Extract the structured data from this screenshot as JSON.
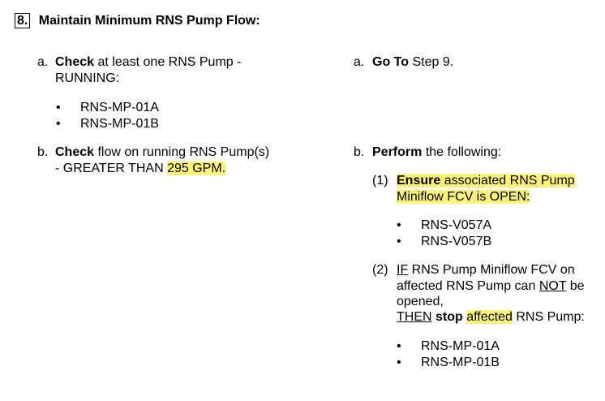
{
  "step": {
    "number": "8.",
    "title": "Maintain Minimum RNS Pump Flow:"
  },
  "left": {
    "a": {
      "letter": "a.",
      "verb": "Check",
      "line1": "at least one RNS Pump -",
      "line2": "RUNNING:",
      "items": [
        "RNS-MP-01A",
        "RNS-MP-01B"
      ]
    },
    "b": {
      "letter": "b.",
      "verb": "Check",
      "line1": "flow on running RNS Pump(s)",
      "line2_prefix": "- GREATER THAN",
      "line2_value": "295 GPM."
    }
  },
  "right": {
    "a": {
      "letter": "a.",
      "verb": "Go To",
      "text": "Step 9."
    },
    "b": {
      "letter": "b.",
      "verb": "Perform",
      "text": "the following:",
      "sub1": {
        "num": "(1)",
        "verb": "Ensure",
        "line1": "associated RNS Pump",
        "line2": "Miniflow FCV is OPEN:",
        "items": [
          "RNS-V057A",
          "RNS-V057B"
        ]
      },
      "sub2": {
        "num": "(2)",
        "if": "IF",
        "line1": "RNS Pump Miniflow FCV on",
        "line2_pre": "affected RNS Pump can",
        "not": "NOT",
        "line2_post": "be",
        "line3": "opened,",
        "then": "THEN",
        "stop": "stop",
        "affected": "affected",
        "line4_post": "RNS Pump:",
        "items": [
          "RNS-MP-01A",
          "RNS-MP-01B"
        ]
      }
    }
  },
  "colors": {
    "highlight": "#fff47a",
    "text": "#000000"
  }
}
